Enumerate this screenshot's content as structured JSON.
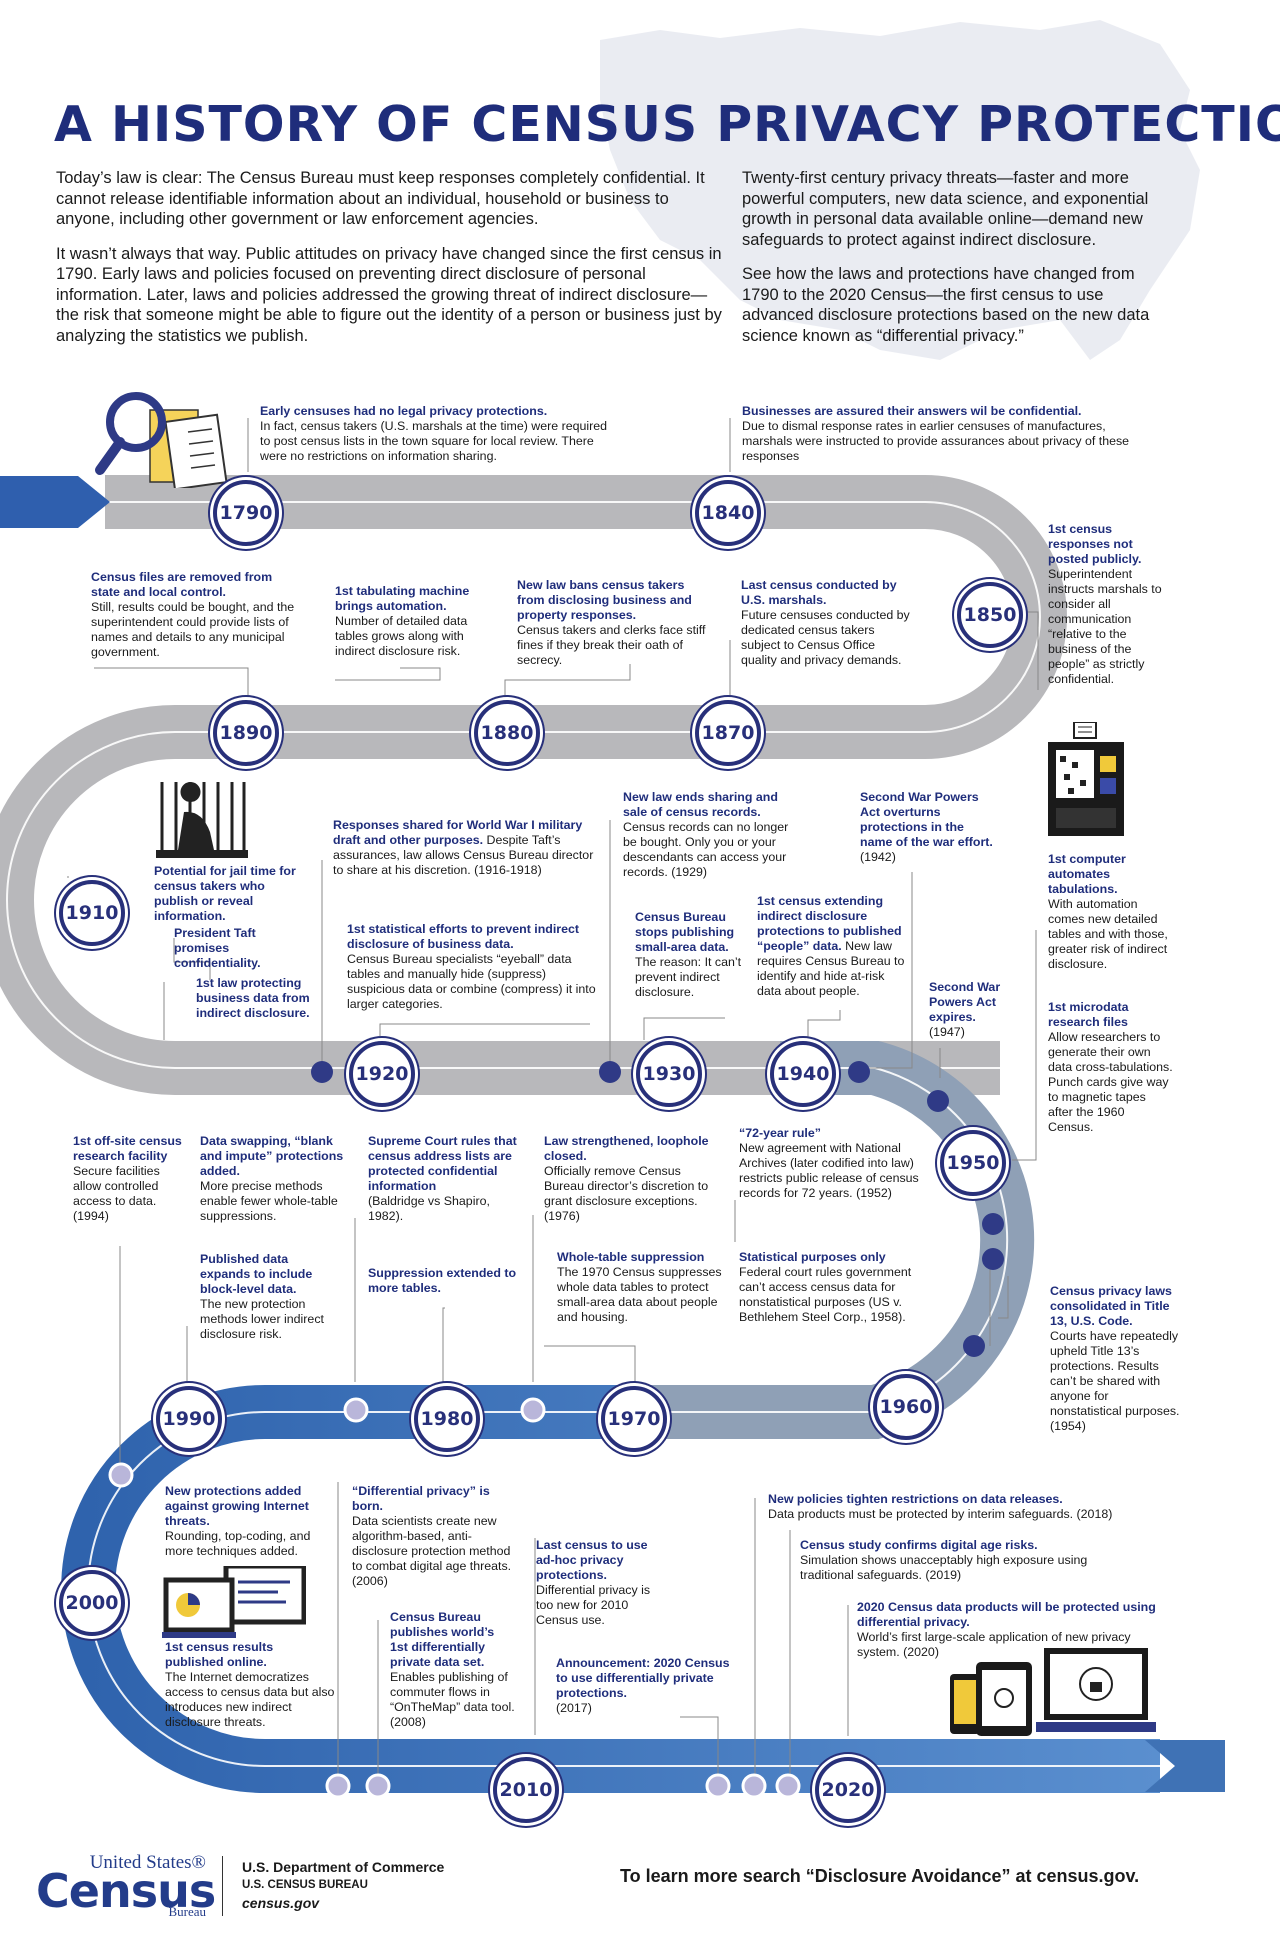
{
  "title": "A HISTORY OF CENSUS PRIVACY PROTECTIONS",
  "colors": {
    "navy": "#1f2d7b",
    "road_gray": "#b7b7ba",
    "road_blue": "#3f72b5",
    "road_slate": "#8f9db0"
  },
  "intro_left": [
    "Today’s law is clear: The Census Bureau must keep responses completely confidential. It cannot release identifiable information about an individual, household or business to anyone, including other government or law enforcement agencies.",
    "It wasn’t always that way. Public attitudes on privacy have changed since the first census in 1790. Early laws and policies focused on preventing direct disclosure of personal information. Later, laws and policies addressed the growing threat of indirect disclosure—the risk that someone might be able to figure out the identity of a person or business just by analyzing the statistics we publish."
  ],
  "intro_right": [
    "Twenty-first century privacy threats—faster and more powerful computers, new data science, and exponential growth in personal data available online—demand new safeguards to protect against indirect disclosure.",
    "See how the laws and protections have changed from 1790 to the 2020 Census—the first census to use advanced disclosure protections based on the new data science known as “differential privacy.”"
  ],
  "years": {
    "y1790": "1790",
    "y1840": "1840",
    "y1850": "1850",
    "y1870": "1870",
    "y1880": "1880",
    "y1890": "1890",
    "y1910": "1910",
    "y1920": "1920",
    "y1930": "1930",
    "y1940": "1940",
    "y1950": "1950",
    "y1960": "1960",
    "y1970": "1970",
    "y1980": "1980",
    "y1990": "1990",
    "y2000": "2000",
    "y2010": "2010",
    "y2020": "2020"
  },
  "events": {
    "e1790": {
      "h": "Early censuses had no legal privacy protections.",
      "b": "In fact, census takers (U.S. marshals at the time) were required to post census lists in the town square for local review. There were no restrictions on information sharing."
    },
    "e1840": {
      "h": "Businesses are assured their answers wil be confidential.",
      "b": "Due to dismal response rates in earlier censuses of manufactures, marshals were instructed to provide assurances about privacy of these responses"
    },
    "e1850": {
      "h": "1st census responses not posted publicly.",
      "b": "Superintendent instructs marshals to consider all communication “relative to the business of the people” as strictly confidential."
    },
    "e1890a": {
      "h": "Census files are removed from state and local control.",
      "b": "Still, results could be bought, and the superintendent could provide lists of names and details to any municipal government."
    },
    "e1890b": {
      "h": "1st tabulating machine brings automation.",
      "b": "Number of detailed data tables grows along with indirect disclosure risk."
    },
    "e1880": {
      "h": "New law bans census takers from disclosing business and property responses.",
      "b": "Census takers and clerks face stiff fines if they break their oath of secrecy."
    },
    "e1870": {
      "h": "Last census conducted by U.S. marshals.",
      "b": "Future censuses conducted by dedicated census takers subject to Census Office quality and privacy demands."
    },
    "e1910a": {
      "h": "Potential for jail time for census takers who publish or reveal information.",
      "b": ""
    },
    "e1910b": {
      "h": "President Taft promises confidentiality.",
      "b": ""
    },
    "e1910c": {
      "h": "1st law protecting business data from indirect disclosure.",
      "b": ""
    },
    "e1920a": {
      "h": "Responses shared for World War I military draft and other purposes.",
      "b": " Despite Taft’s assurances, law allows Census Bureau director to share at his discretion. (1916-1918)"
    },
    "e1920b": {
      "h": "1st statistical efforts to prevent indirect disclosure of business data.",
      "b": "Census Bureau specialists “eyeball” data tables and manually hide (suppress) suspicious data or combine (compress) it into larger categories."
    },
    "e1930a": {
      "h": "New law ends sharing and sale of census records.",
      "b": "Census records can no longer be bought. Only you or your descendants can access your records. (1929)"
    },
    "e1930b": {
      "h": "Census Bureau stops publishing small-area data.",
      "b": "The reason: It can’t prevent indirect disclosure."
    },
    "e1940a": {
      "h": "Second War Powers Act overturns protections in the name of the war effort.",
      "b": " (1942)"
    },
    "e1940b": {
      "h": "1st census extending indirect disclosure protections to published “people” data.",
      "b": " New law requires Census Bureau to identify and hide at-risk data about people."
    },
    "e1947": {
      "h": "Second War Powers Act expires.",
      "b": "(1947)"
    },
    "e1950a": {
      "h": "1st computer automates tabulations.",
      "b": "With automation comes new detailed tables and with those, greater risk of indirect disclosure."
    },
    "e1950b": {
      "h": "1st microdata research files",
      "b": "Allow researchers to generate their own data cross-tabulations. Punch cards give way to magnetic tapes after the 1960 Census."
    },
    "e72": {
      "h": "“72-year rule”",
      "b": "New agreement with National Archives (later codified into law) restricts public release of census records for 72 years. (1952)"
    },
    "e1958": {
      "h": "Statistical purposes only",
      "b": "Federal court rules government can’t access census data for nonstatistical purposes (US v. Bethlehem Steel Corp., 1958)."
    },
    "e1954": {
      "h": "Census privacy laws consolidated in Title 13, U.S. Code.",
      "b": "Courts have repeatedly upheld Title 13’s protections. Results can’t be shared with anyone for nonstatistical purposes. (1954)"
    },
    "e1970a": {
      "h": "Law strengthened, loophole closed.",
      "b": "Officially remove Census Bureau director’s discretion to grant disclosure exceptions. (1976)"
    },
    "e1970b": {
      "h": "Whole-table suppression",
      "b": "The 1970 Census suppresses whole data tables to protect small-area data about people and housing."
    },
    "e1980a": {
      "h": "Supreme Court rules that census address lists are protected confidential information",
      "b": "(Baldridge vs Shapiro, 1982)."
    },
    "e1980b": {
      "h": "Suppression extended to more tables.",
      "b": ""
    },
    "e1990a": {
      "h": "Data swapping, “blank and impute” protections added.",
      "b": "More precise methods enable fewer whole-table suppressions."
    },
    "e1990b": {
      "h": "Published data expands to include block-level data.",
      "b": "The new protection methods lower indirect disclosure risk."
    },
    "e1994": {
      "h": "1st off-site census research facility",
      "b": "Secure facilities allow controlled access to data. (1994)"
    },
    "e2000a": {
      "h": "New protections added against growing Internet threats.",
      "b": "Rounding, top-coding, and more techniques added."
    },
    "e2000b": {
      "h": "1st census results published online.",
      "b": "The Internet democratizes access to census data but also introduces new indirect disclosure threats."
    },
    "e2006": {
      "h": "“Differential privacy” is born.",
      "b": "Data scientists create new algorithm-based, anti-disclosure protection method to combat digital age threats. (2006)"
    },
    "e2008": {
      "h": "Census Bureau publishes world’s 1st differentially private data set.",
      "b": "Enables publishing of commuter flows in “OnTheMap” data tool. (2008)"
    },
    "e2010": {
      "h": "Last census to use ad-hoc privacy protections.",
      "b": "Differential privacy is too new for 2010 Census use."
    },
    "e2017": {
      "h": "Announcement: 2020 Census to use differentially private protections.",
      "b": "(2017)"
    },
    "e2018": {
      "h": "New policies tighten restrictions on data releases.",
      "b": "Data products must be protected by interim safeguards. (2018)"
    },
    "e2019": {
      "h": "Census study confirms digital age risks.",
      "b": "Simulation shows unacceptably high exposure using traditional safeguards. (2019)"
    },
    "e2020": {
      "h": "2020 Census data products will be protected using differential privacy.",
      "b": "World’s first large-scale application of new privacy system. (2020)"
    }
  },
  "footer": {
    "logo_top": "United States®",
    "logo_main": "Census",
    "logo_bottom": "Bureau",
    "org_line1": "U.S. Department of Commerce",
    "org_line2": "U.S. CENSUS BUREAU",
    "org_line3": "census.gov",
    "cta": "To learn more search “Disclosure Avoidance” at census.gov."
  },
  "icons": [
    "magnifier-clipboard-icon",
    "jail-icon",
    "computer-icon",
    "laptop-monitor-icon",
    "devices-icon"
  ]
}
